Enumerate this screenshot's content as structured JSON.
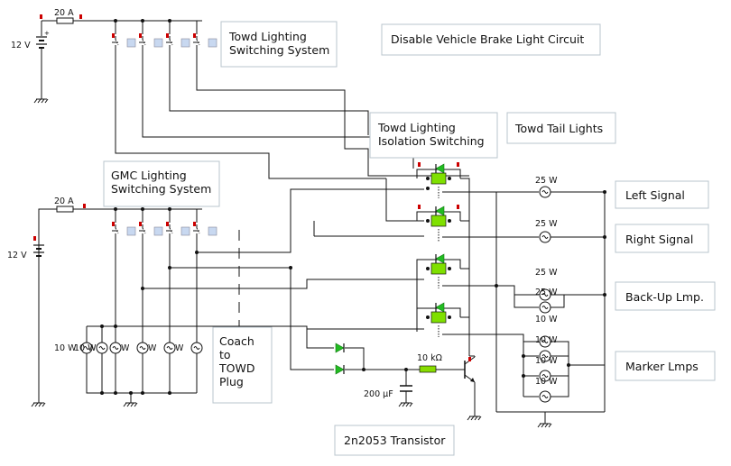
{
  "labels": {
    "fuse_top": "20 A",
    "fuse_bottom": "20 A",
    "battery_top": "12 V",
    "battery_bottom": "12 V",
    "lamp_left_signal": "25 W",
    "lamp_right_signal": "25 W",
    "lamp_backup_1": "25 W",
    "lamp_backup_2": "25 W",
    "lamp_marker_1": "10 W",
    "lamp_marker_2": "10 W",
    "lamp_marker_3": "10 W",
    "lamp_marker_4": "10 W",
    "gmc_lamp_row": "10 W",
    "gmc_lamp_w1": "10 W",
    "gmc_lamp_w2": "W",
    "gmc_lamp_w3": "W",
    "gmc_lamp_w4": "W",
    "gmc_lamp_w5": "W",
    "resistor": "10 kΩ",
    "capacitor": "200 µF"
  },
  "boxes": {
    "towd_switching": [
      "Towd Lighting",
      "Switching System"
    ],
    "disable_brake": "Disable Vehicle Brake Light Circuit",
    "towd_isolation": [
      "Towd Lighting",
      "Isolation Switching"
    ],
    "towd_tail": "Towd Tail Lights",
    "gmc_switching": [
      "GMC Lighting",
      "Switching System"
    ],
    "left_signal": "Left Signal",
    "right_signal": "Right Signal",
    "backup": "Back-Up Lmp.",
    "marker": "Marker Lmps",
    "coach_plug": [
      "Coach",
      "to",
      "TOWD",
      "Plug"
    ],
    "transistor": "2n2053 Transistor"
  },
  "colors": {
    "wire": "#111111",
    "relay_coil": "#7fe000",
    "diode": "#22bb22",
    "switch_tab": "#cc0000",
    "switch_indicator": "#c8d8f0",
    "resistor": "#88dd00",
    "box_border": "#b9c4cc"
  }
}
